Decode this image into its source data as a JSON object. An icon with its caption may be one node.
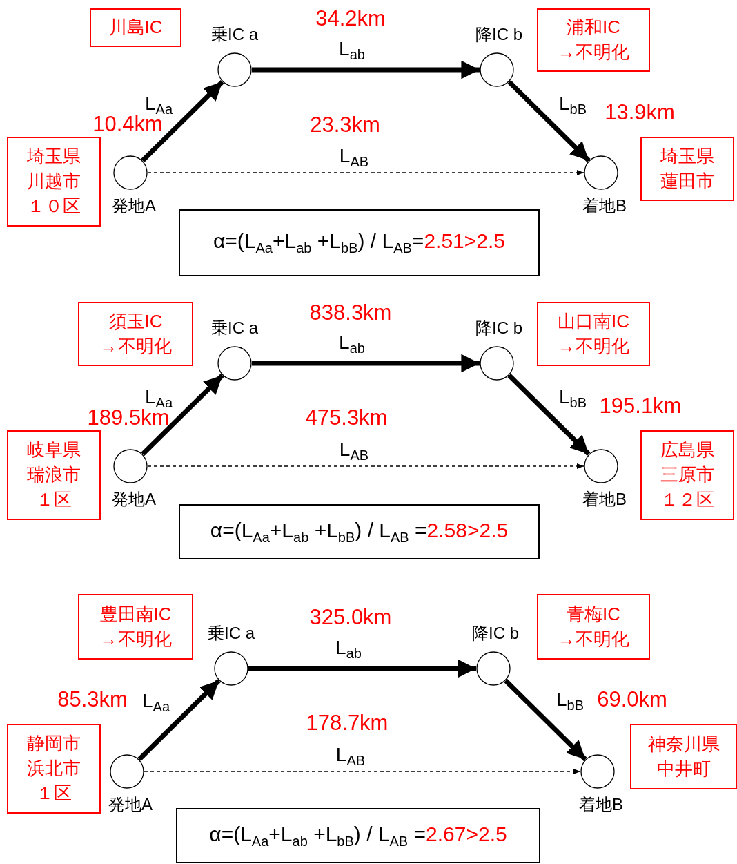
{
  "diagram": {
    "nodes": [
      {
        "text": [
          "川島IC"
        ]
      },
      {
        "text": [],
        "shape": "circle",
        "beside": [
          "乗IC a"
        ]
      },
      {
        "text": [],
        "shape": "circle",
        "beside": [
          "降IC b"
        ]
      },
      {
        "text": [
          "浦和IC→不明化"
        ]
      },
      {
        "text": [
          "埼玉県川越市１０区"
        ]
      },
      {
        "text": [],
        "shape": "circle",
        "beside": [
          "発地A"
        ]
      },
      {
        "text": [],
        "shape": "circle",
        "beside": [
          "着地B"
        ]
      },
      {
        "text": [
          "埼玉県蓮田市"
        ]
      },
      {
        "text": [
          "α=(L$_{Aa}$+L$_{ab}$ +L$_{bB}$) / L$_{AB}$=",
          "2.51>2.5"
        ]
      },
      {
        "text": [
          "須玉IC→不明化"
        ]
      },
      {
        "text": [],
        "shape": "circle",
        "beside": [
          "乗IC a"
        ]
      },
      {
        "text": [],
        "shape": "circle",
        "beside": [
          "降IC b"
        ]
      },
      {
        "text": [
          "山口南IC→不明化"
        ]
      },
      {
        "text": [
          "岐阜県瑞浪市１区"
        ]
      },
      {
        "text": [],
        "shape": "circle",
        "beside": [
          "発地A"
        ]
      },
      {
        "text": [],
        "shape": "circle",
        "beside": [
          "着地B"
        ]
      },
      {
        "text": [
          "広島県三原市１２区"
        ]
      },
      {
        "text": [
          "α=(L$_{Aa}$+L$_{ab}$ +L$_{bB}$) / L$_{AB}$ =",
          "2.58>2.5"
        ]
      },
      {
        "text": [
          "豊田南IC→不明化"
        ]
      },
      {
        "text": [],
        "shape": "circle",
        "beside": [
          "乗IC a"
        ]
      },
      {
        "text": [],
        "shape": "circle",
        "beside": [
          "降IC b"
        ]
      },
      {
        "text": [
          "青梅IC→不明化"
        ]
      },
      {
        "text": [
          "静岡市浜北市１区"
        ]
      },
      {
        "text": [],
        "shape": "circle",
        "beside": [
          "発地A"
        ]
      },
      {
        "text": [],
        "shape": "circle",
        "beside": [
          "着地B"
        ]
      },
      {
        "text": [
          "神奈川県中井町"
        ]
      },
      {
        "text": [
          "α=(L$_{Aa}$+L$_{ab}$ +L$_{bB}$) / L$_{AB}$ =",
          "2.67>2.5"
        ]
      }
    ],
    "edges": [
      {
        "from": 5,
        "to": 1,
        "arrow": "to",
        "label": "L$_{Aa}$"
      },
      {
        "from": 1,
        "to": 2,
        "arrow": "to",
        "label": "L$_{ab}$"
      },
      {
        "from": 2,
        "to": 6,
        "arrow": "to",
        "label": "L$_{bB}$"
      },
      {
        "from": 5,
        "to": 6,
        "arrow": "to",
        "label": "L$_{AB}$",
        "style": "dashed"
      },
      {
        "from": 14,
        "to": 10,
        "arrow": "to",
        "label": "L$_{Aa}$"
      },
      {
        "from": 10,
        "to": 11,
        "arrow": "to",
        "label": "L$_{ab}$"
      },
      {
        "from": 11,
        "to": 15,
        "arrow": "to",
        "label": "L$_{bB}$"
      },
      {
        "from": 14,
        "to": 15,
        "arrow": "to",
        "label": "L$_{AB}$",
        "style": "dashed"
      },
      {
        "from": 23,
        "to": 19,
        "arrow": "to",
        "label": "L$_{Aa}$"
      },
      {
        "from": 19,
        "to": 20,
        "arrow": "to",
        "label": "L$_{ab}$"
      },
      {
        "from": 20,
        "to": 24,
        "arrow": "to",
        "label": "L$_{bB}$"
      },
      {
        "from": 23,
        "to": 24,
        "arrow": "to",
        "label": "L$_{AB}$",
        "style": "dashed"
      }
    ],
    "labels": [
      "34.2km",
      "10.4km",
      "13.9km",
      "23.3km",
      "838.3km",
      "189.5km",
      "195.1km",
      "475.3km",
      "325.0km",
      "85.3km",
      "69.0km",
      "178.7km"
    ]
  }
}
